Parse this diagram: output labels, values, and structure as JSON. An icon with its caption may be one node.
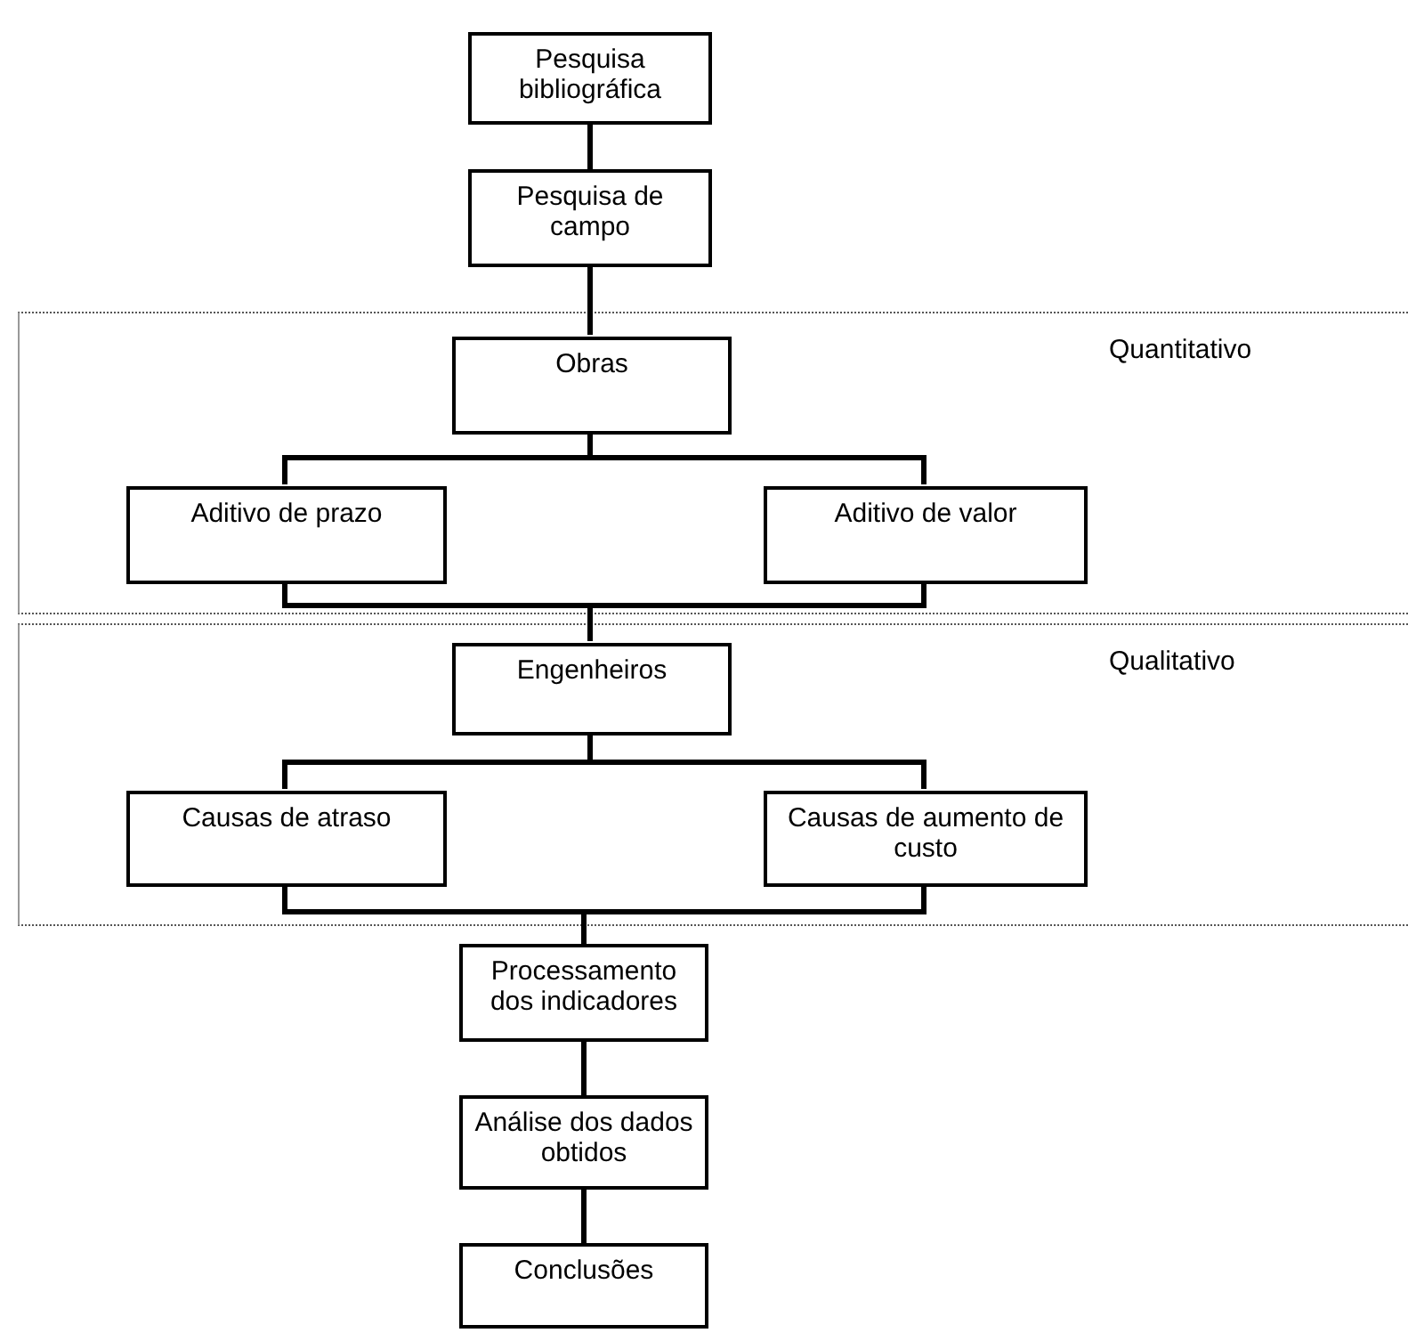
{
  "diagram": {
    "nodes": [
      {
        "text": [
          "Pesquisa bibliográfica"
        ]
      },
      {
        "text": [
          "Pesquisa de campo"
        ]
      },
      {
        "text": [
          "Quantitativo"
        ]
      },
      {
        "text": [
          "Obras"
        ],
        "in": 2
      },
      {
        "text": [
          "Aditivo de prazo"
        ],
        "in": 2
      },
      {
        "text": [
          "Aditivo de valor"
        ],
        "in": 2
      },
      {
        "text": [
          "Qualitativo"
        ]
      },
      {
        "text": [
          "Engenheiros"
        ],
        "in": 6
      },
      {
        "text": [
          "Causas de atraso"
        ],
        "in": 6
      },
      {
        "text": [
          "Causas de aumento de custo"
        ],
        "in": 6
      },
      {
        "text": [
          "Processamento dos indicadores"
        ]
      },
      {
        "text": [
          "Análise dos dados obtidos"
        ]
      },
      {
        "text": [
          "Conclusões"
        ]
      }
    ],
    "edges": [
      {
        "from": 0,
        "to": 1,
        "arrow": "none"
      },
      {
        "from": 1,
        "to": 3,
        "arrow": "none"
      },
      {
        "from": 3,
        "to": 4,
        "arrow": "none"
      },
      {
        "from": 3,
        "to": 5,
        "arrow": "none"
      },
      {
        "from": 4,
        "to": 7,
        "arrow": "none"
      },
      {
        "from": 5,
        "to": 7,
        "arrow": "none"
      },
      {
        "from": 7,
        "to": 8,
        "arrow": "none"
      },
      {
        "from": 7,
        "to": 9,
        "arrow": "none"
      },
      {
        "from": 8,
        "to": 10,
        "arrow": "none"
      },
      {
        "from": 9,
        "to": 10,
        "arrow": "none"
      },
      {
        "from": 10,
        "to": 11,
        "arrow": "none"
      },
      {
        "from": 11,
        "to": 12,
        "arrow": "none"
      }
    ]
  }
}
